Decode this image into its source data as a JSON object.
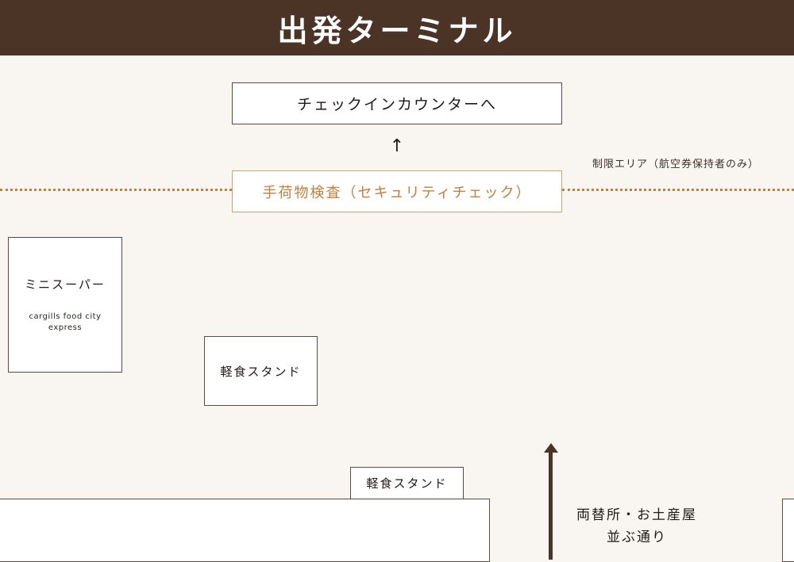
{
  "header": {
    "title": "出発ターミナル"
  },
  "checkin": {
    "label": "チェックインカウンターへ",
    "arrow": "↑"
  },
  "restricted_area": {
    "label": "制限エリア（航空券保持者のみ）"
  },
  "security": {
    "label": "手荷物検査（セキュリティチェック）"
  },
  "minisuper": {
    "title": "ミニスーパー",
    "subtitle_line1": "cargills food city",
    "subtitle_line2": "express"
  },
  "snack_stand_1": {
    "label": "軽食スタンド"
  },
  "snack_stand_2": {
    "label": "軽食スタンド"
  },
  "exchange": {
    "line1": "両替所・お土産屋",
    "line2": "並ぶ通り"
  },
  "colors": {
    "header_bg": "#4b3425",
    "background": "#f9f6f1",
    "security_accent": "#c27f3e",
    "arrow": "#4b3425"
  }
}
